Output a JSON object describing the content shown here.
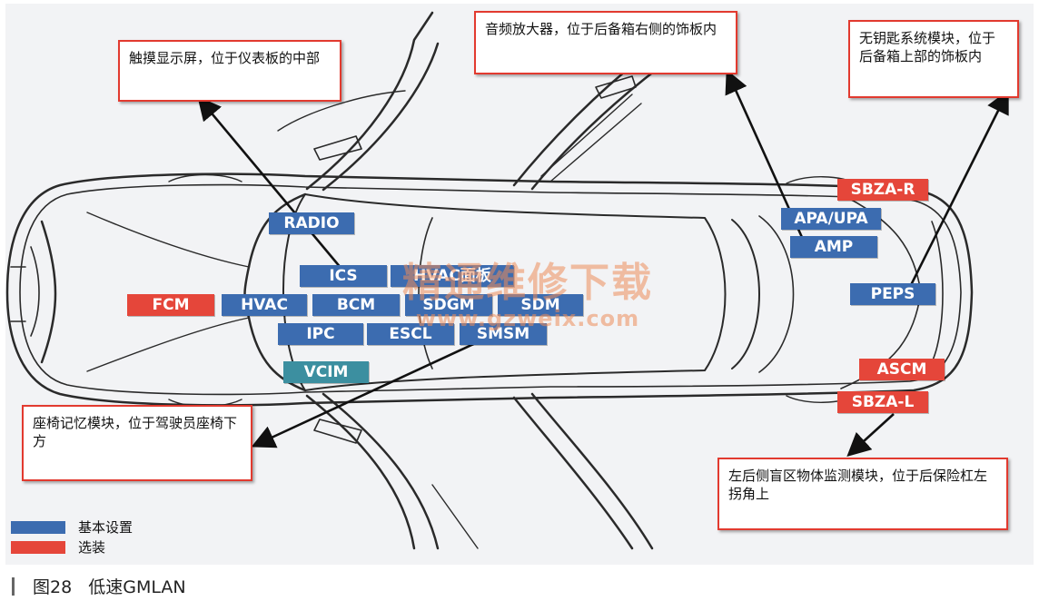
{
  "modules": {
    "radio": "RADIO",
    "ics": "ICS",
    "hvac_panel": "HVAC面板",
    "fcm": "FCM",
    "hvac": "HVAC",
    "bcm": "BCM",
    "sdgm": "SDGM",
    "sdm": "SDM",
    "ipc": "IPC",
    "escl": "ESCL",
    "smsm": "SMSM",
    "vcim": "VCIM",
    "apa_upa": "APA/UPA",
    "amp": "AMP",
    "peps": "PEPS",
    "sbza_r": "SBZA-R",
    "ascm": "ASCM",
    "sbza_l": "SBZA-L"
  },
  "callouts": {
    "touch_display": "触摸显示屏，位于仪表板的中部",
    "audio_amp": "音频放大器，位于后备箱右侧的饰板内",
    "keyless": "无钥匙系统模块，位于后备箱上部的饰板内",
    "seat_memory": "座椅记忆模块，位于驾驶员座椅下方",
    "blind_zone": "左后侧盲区物体监测模块，位于后保险杠左拐角上"
  },
  "legend": {
    "basic": "基本设置",
    "optional": "选装"
  },
  "watermark": {
    "cn": "精通维修下载",
    "url": "www.gzweix.com"
  },
  "caption": "图28   低速GMLAN",
  "colors": {
    "basic": "#3c6cb0",
    "optional": "#e5463a",
    "vcim": "#3c8fa0",
    "callout_border": "#e23a2f",
    "watermark": "#ec8c5a"
  }
}
